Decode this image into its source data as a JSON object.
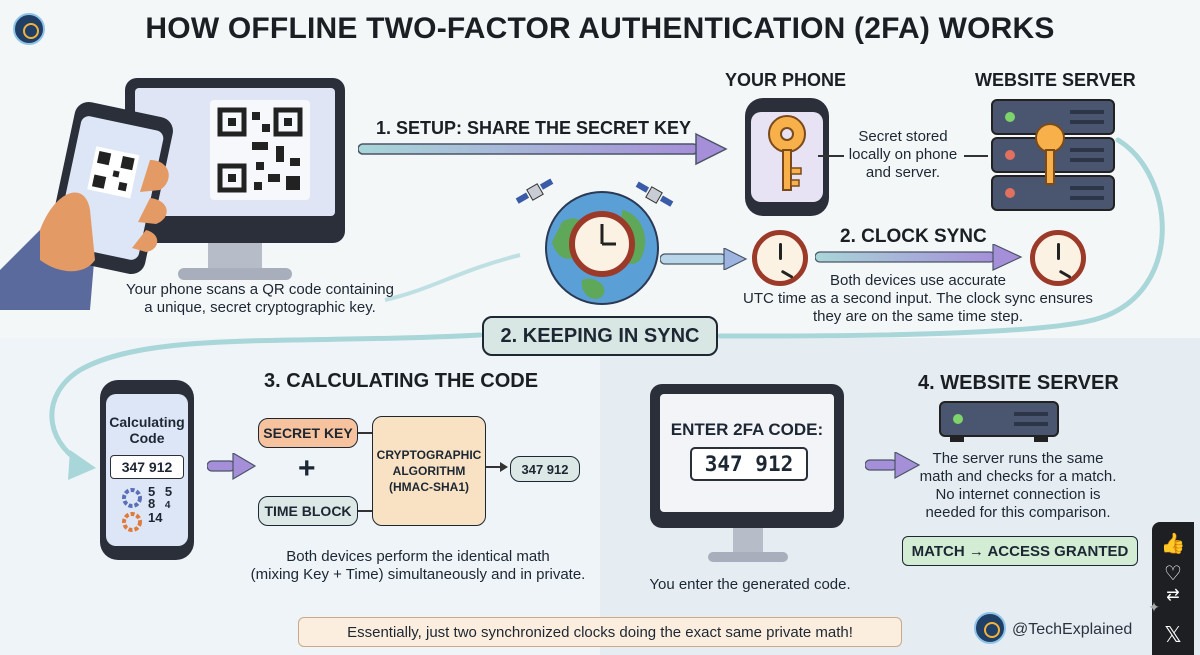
{
  "title": "HOW OFFLINE TWO-FACTOR AUTHENTICATION (2FA) WORKS",
  "setup": {
    "step_label": "1. SETUP: SHARE THE SECRET KEY",
    "caption_line1": "Your phone scans a QR code containing",
    "caption_line2": "a unique, secret cryptographic key."
  },
  "your_phone": {
    "heading": "YOUR PHONE"
  },
  "website_server_top": {
    "heading": "WEBSITE SERVER"
  },
  "secret_stored": {
    "line1": "Secret stored",
    "line2": "locally on phone",
    "line3": "and server."
  },
  "clock_sync": {
    "heading": "2. CLOCK SYNC",
    "line1": "Both devices use accurate",
    "line2": "UTC time as a second input. The clock sync ensures",
    "line3": "they are on the same time step."
  },
  "keeping_in_sync": "2. KEEPING IN SYNC",
  "calculating": {
    "heading": "3. CALCULATING THE CODE",
    "phone_label_line1": "Calculating",
    "phone_label_line2": "Code",
    "phone_code": "347 912",
    "digits": [
      "5",
      "5",
      "8",
      "4",
      "14"
    ],
    "secret_key": "SECRET KEY",
    "plus": "+",
    "time_block": "TIME BLOCK",
    "algo_line1": "CRYPTOGRAPHIC",
    "algo_line2": "ALGORITHM",
    "algo_line3": "(HMAC-SHA1)",
    "result": "347 912",
    "caption_line1": "Both devices perform the identical math",
    "caption_line2": "(mixing Key + Time) simultaneously and in private."
  },
  "enter_code": {
    "prompt": "ENTER 2FA CODE:",
    "code": "347 912",
    "caption": "You enter the generated code."
  },
  "website_server_bottom": {
    "heading": "4. WEBSITE SERVER",
    "line1": "The server runs the same",
    "line2": "math and checks for a match.",
    "line3": "No internet connection is",
    "line4": "needed for this comparison.",
    "match": "MATCH → ACCESS GRANTED"
  },
  "footer": {
    "summary": "Essentially, just two synchronized clocks doing the exact same private math!",
    "handle": "@TechExplained"
  },
  "side_icons": [
    "thumbs-up-icon",
    "heart-icon",
    "repost-icon",
    "sparkle-icon",
    "x-logo-icon"
  ],
  "colors": {
    "secret_key_fill": "#f6c39e",
    "time_block_fill": "#dbe8e6",
    "algo_fill": "#f9e2c4",
    "sync_pill_fill": "#d8e6e4",
    "match_fill": "#d3ecd4",
    "summary_fill": "#fbeede"
  }
}
